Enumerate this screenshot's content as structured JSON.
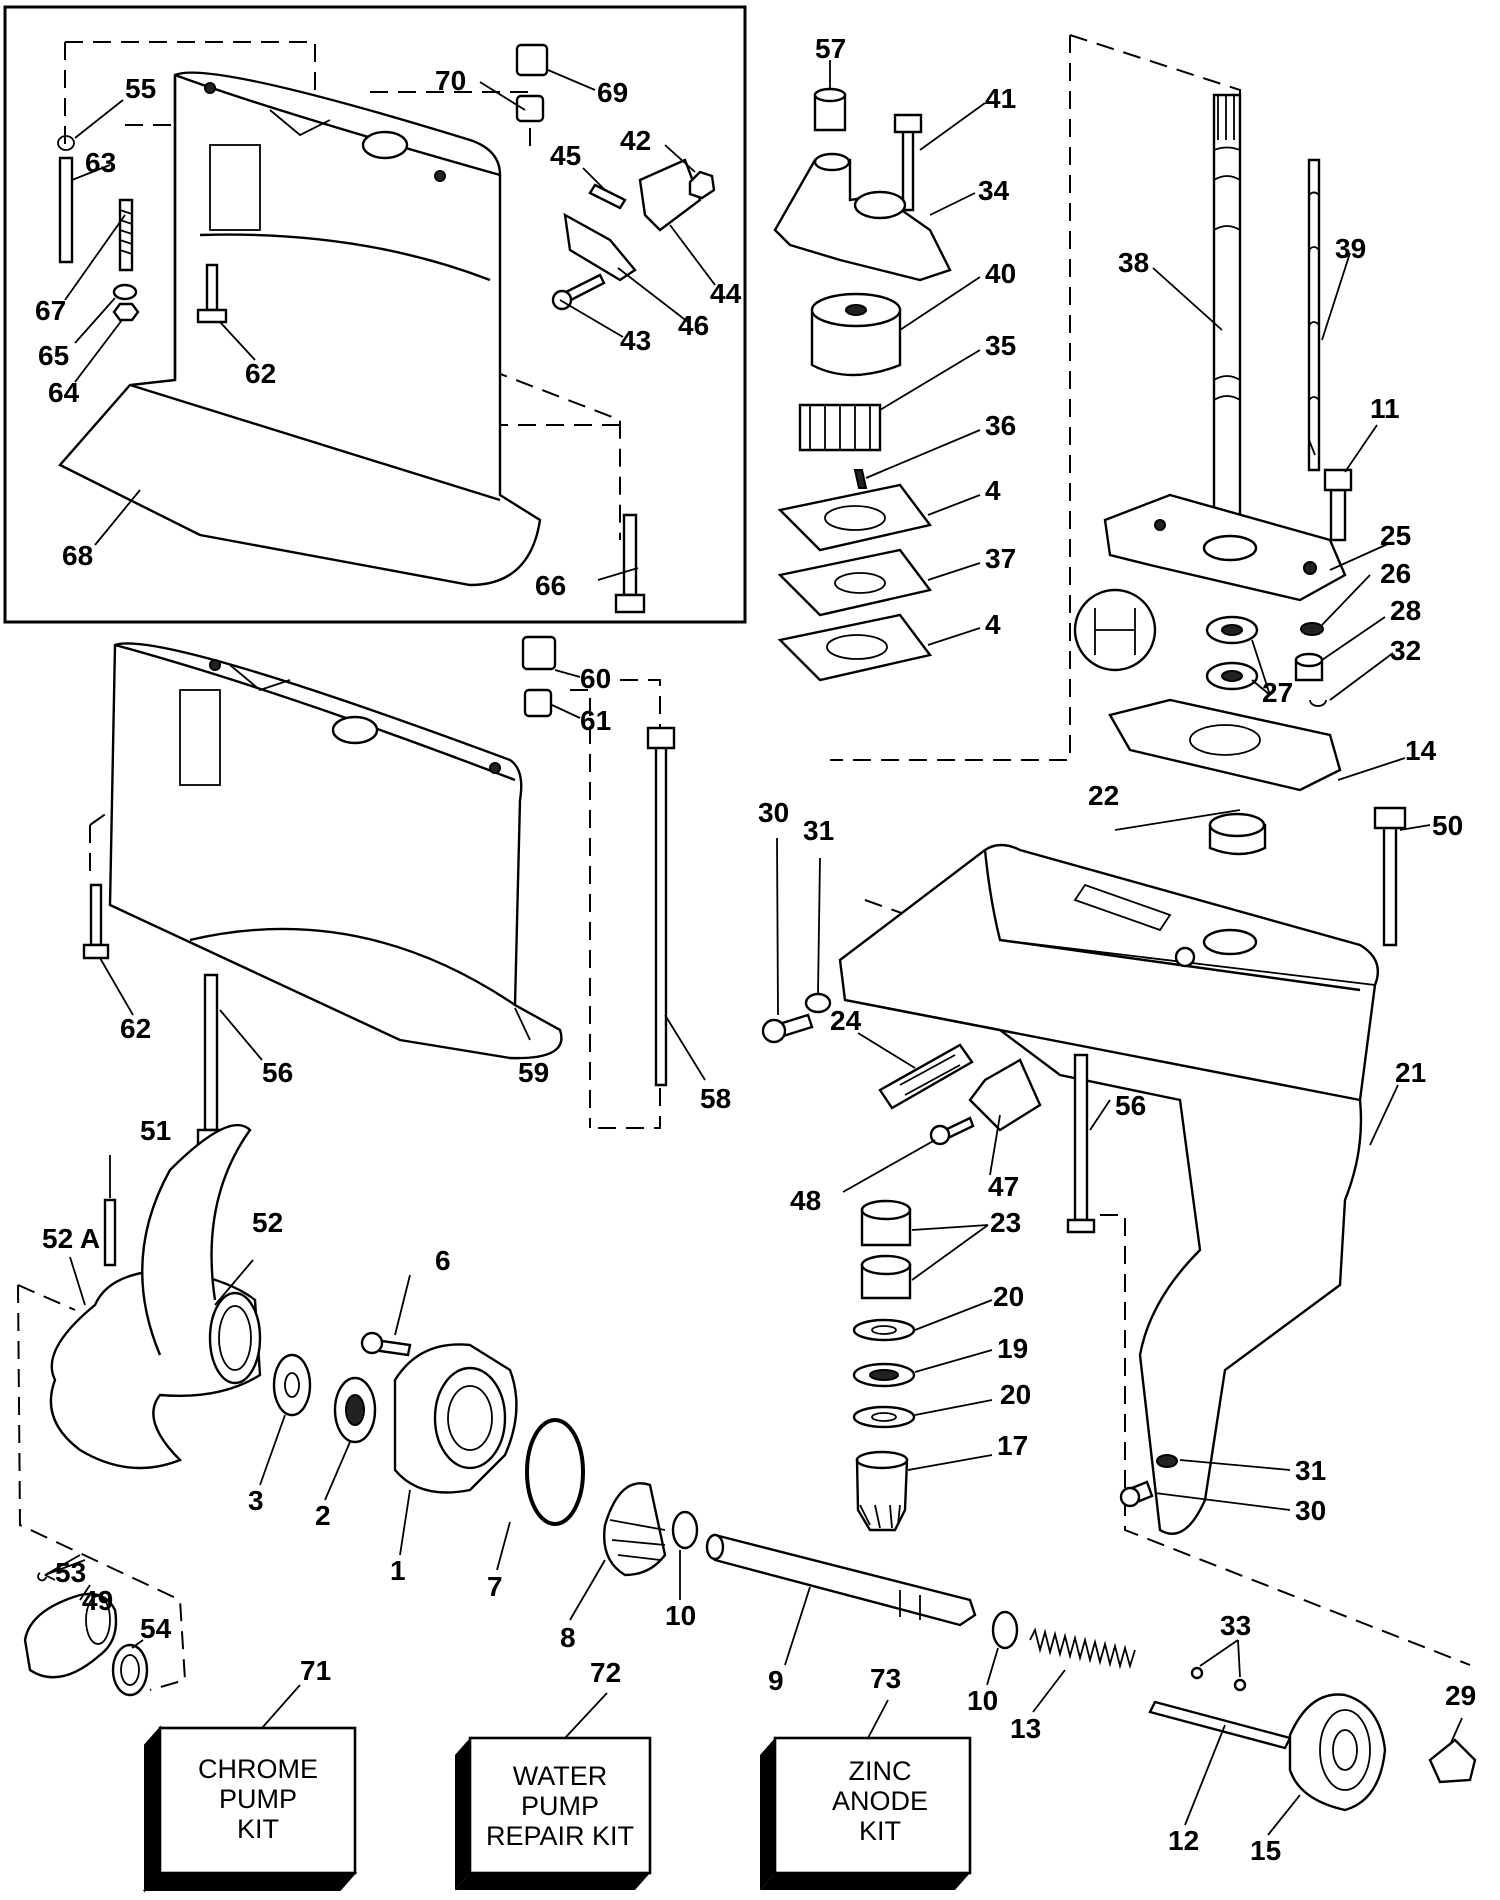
{
  "diagram": {
    "labels": {
      "l55": "55",
      "l63": "63",
      "l67": "67",
      "l65": "65",
      "l64": "64",
      "l62a": "62",
      "l68": "68",
      "l70": "70",
      "l69": "69",
      "l45": "45",
      "l42": "42",
      "l44": "44",
      "l46": "46",
      "l43": "43",
      "l66": "66",
      "l57": "57",
      "l41": "41",
      "l34": "34",
      "l40": "40",
      "l35": "35",
      "l36": "36",
      "l4a": "4",
      "l37": "37",
      "l4b": "4",
      "l38": "38",
      "l39": "39",
      "l11": "11",
      "l25": "25",
      "l26": "26",
      "l28": "28",
      "l27": "27",
      "l32": "32",
      "l14": "14",
      "l60": "60",
      "l61": "61",
      "l62b": "62",
      "l56a": "56",
      "l59": "59",
      "l58": "58",
      "l30a": "30",
      "l31a": "31",
      "l22": "22",
      "l50": "50",
      "l24": "24",
      "l21": "21",
      "l56b": "56",
      "l47": "47",
      "l48": "48",
      "l23": "23",
      "l20a": "20",
      "l19": "19",
      "l20b": "20",
      "l17": "17",
      "l31b": "31",
      "l30b": "30",
      "l51": "51",
      "l52a": "52 A",
      "l52": "52",
      "l6": "6",
      "l3": "3",
      "l2": "2",
      "l1": "1",
      "l7": "7",
      "l8": "8",
      "l10a": "10",
      "l9": "9",
      "l10b": "10",
      "l13": "13",
      "l33": "33",
      "l12": "12",
      "l15": "15",
      "l29": "29",
      "l53": "53",
      "l49": "49",
      "l54": "54",
      "l71": "71",
      "l72": "72",
      "l73": "73"
    },
    "kits": {
      "chrome": [
        "CHROME",
        "PUMP",
        "KIT"
      ],
      "water": [
        "WATER",
        "PUMP",
        "REPAIR KIT"
      ],
      "zinc": [
        "ZINC",
        "ANODE",
        "KIT"
      ]
    }
  }
}
